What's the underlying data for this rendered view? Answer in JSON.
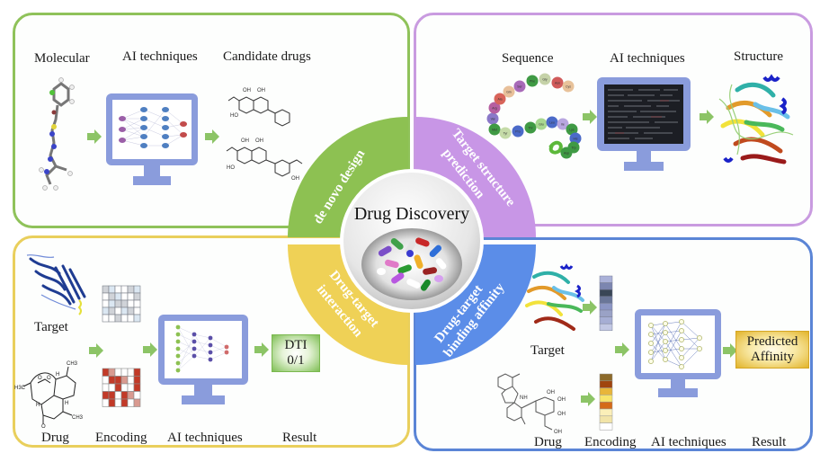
{
  "center": {
    "title": "Drug Discovery",
    "image": "pills-image"
  },
  "quadrants": {
    "de_novo": {
      "label": "de novo design",
      "color": "#8dc152"
    },
    "target_structure": {
      "label_line1": "Target structure",
      "label_line2": "prediction",
      "color": "#c896e6"
    },
    "dti": {
      "label_line1": "Drug-target",
      "label_line2": "interaction",
      "color": "#efd156"
    },
    "dtba": {
      "label_line1": "Drug-target",
      "label_line2": "binding affinity",
      "color": "#5b8de8"
    }
  },
  "panels": {
    "de_novo_design": {
      "headers": [
        "Molecular",
        "AI techniques",
        "Candidate drugs"
      ],
      "molecule_labels": [
        "OH",
        "OH",
        "HO",
        "OH",
        "OH",
        "HO",
        "OH"
      ]
    },
    "target_structure_prediction": {
      "headers": [
        "Sequence",
        "AI techniques",
        "Structure"
      ],
      "sequence_beads": [
        "Val",
        "Arg",
        "Ala",
        "Gln",
        "Ser",
        "Phe",
        "Gly",
        "Asn",
        "Cys",
        "Met",
        "Tyr",
        "Pro",
        "Thr",
        "Glu",
        "Leu",
        "Ile",
        "Lys",
        "His",
        "Trp",
        "Asp"
      ]
    },
    "drug_target_interaction": {
      "row_labels": [
        "Target",
        "Drug"
      ],
      "footers": [
        "Encoding",
        "AI techniques",
        "Result"
      ],
      "result_line1": "DTI",
      "result_line2": "0/1",
      "molecule_labels": [
        "CH3",
        "H",
        "H3C",
        "O",
        "O",
        "H",
        "H",
        "CH3",
        "O"
      ]
    },
    "binding_affinity": {
      "row_labels": [
        "Target",
        "Drug"
      ],
      "footers": [
        "Encoding",
        "AI techniques",
        "Result"
      ],
      "result_line1": "Predicted",
      "result_line2": "Affinity",
      "molecule_labels": [
        "NH",
        "OH",
        "OH",
        "OH",
        "OH"
      ]
    }
  },
  "colors": {
    "monitor": "#8a9cdc",
    "arrow": "#8cc466",
    "nn_input": "#9b5fa8",
    "nn_hidden": "#4f7fc1",
    "nn_output": "#c24b4b"
  }
}
